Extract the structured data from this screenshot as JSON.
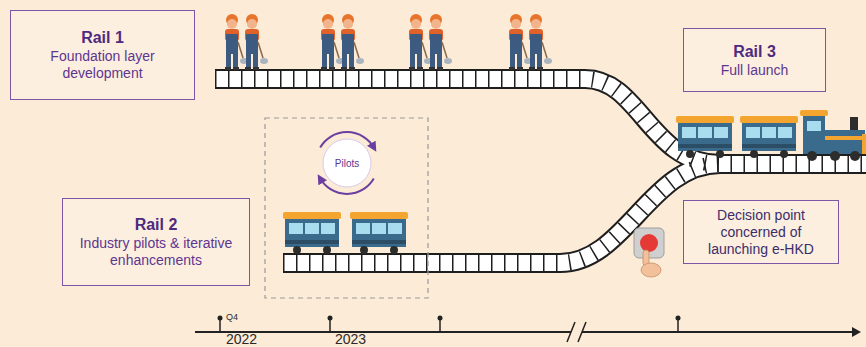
{
  "diagram": {
    "nodes": [
      {
        "text": [
          "Rail 1",
          "Foundation layer development"
        ]
      },
      {
        "text": [
          "Rail 3",
          "Full launch"
        ]
      },
      {
        "text": [
          "Pilots"
        ]
      },
      {
        "text": [
          "Rail 2",
          "Industry pilots & iterative enhancements"
        ]
      },
      {
        "text": [
          "Decision point concerned of launching e-HKD"
        ]
      }
    ],
    "labels": [
      "Q4",
      "2022",
      "2023"
    ]
  }
}
